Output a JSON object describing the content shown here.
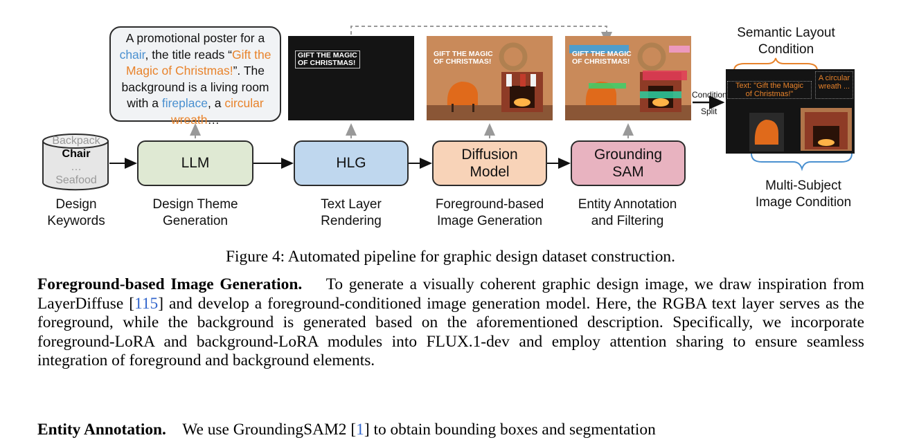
{
  "prompt": {
    "p1": "A promotional poster for a ",
    "w_chair": "chair",
    "p2": ", the title reads “",
    "w_title": "Gift the Magic of Christmas!",
    "p3": "”. The background is a living room with a ",
    "w_fireplace": "fireplace",
    "p4": ", a ",
    "w_wreath": "circular wreath",
    "p5": "…"
  },
  "keywords": [
    "Backpack",
    "Chair",
    "…",
    "Seafood"
  ],
  "poster_title_line1": "GIFT THE MAGIC",
  "poster_title_line2": "OF CHRISTMAS!",
  "stages": {
    "llm": "LLM",
    "hlg": "HLG",
    "diffusion_l1": "Diffusion",
    "diffusion_l2": "Model",
    "grounding_l1": "Grounding",
    "grounding_l2": "SAM"
  },
  "captions": {
    "keywords_l1": "Design",
    "keywords_l2": "Keywords",
    "llm_l1": "Design Theme",
    "llm_l2": "Generation",
    "hlg_l1": "Text Layer",
    "hlg_l2": "Rendering",
    "diff_l1": "Foreground-based",
    "diff_l2": "Image Generation",
    "ground_l1": "Entity Annotation",
    "ground_l2": "and Filtering"
  },
  "condition_label": "Condition",
  "split_label": "Split",
  "semantic_l1": "Semantic Layout",
  "semantic_l2": "Condition",
  "multi_l1": "Multi-Subject",
  "multi_l2": "Image Condition",
  "cond_text1_l1": "Text: \"Gift the Magic",
  "cond_text1_l2": "of Christmas!\"",
  "cond_text2_l1": "A circular",
  "cond_text2_l2": "wreath ...",
  "figure_caption": "Figure 4: Automated pipeline for graphic design dataset construction.",
  "section": {
    "heading": "Foreground-based Image Generation.",
    "text_a": "To generate a visually coherent graphic design image, we draw inspiration from LayerDiffuse [",
    "ref1": "115",
    "text_b": "] and develop a foreground-conditioned image generation model. Here, the RGBA text layer serves as the foreground, while the background is generated based on the aforementioned description. Specifically, we incorporate foreground-LoRA and background-LoRA modules into FLUX.1-dev and employ attention sharing to ensure seamless integration of foreground and background elements."
  },
  "section2": {
    "heading": "Entity Annotation.",
    "text_a": "We use GroundingSAM2 [",
    "ref1": "1",
    "text_b": "] to obtain bounding boxes and segmentation"
  },
  "colors": {
    "llm_fill": "#dfe9d3",
    "hlg_fill": "#bfd7ee",
    "diffusion_fill": "#f8d3b8",
    "grounding_fill": "#e8b3c0",
    "accent_blue": "#4a90d0",
    "accent_orange": "#e8832b"
  }
}
